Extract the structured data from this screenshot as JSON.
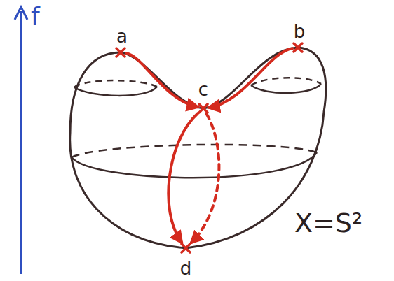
{
  "diagram": {
    "nodes": [
      {
        "text": [
          "a"
        ]
      },
      {
        "text": [
          "b"
        ]
      },
      {
        "text": [
          "c"
        ]
      },
      {
        "text": [
          "d"
        ]
      }
    ],
    "edges": [
      {
        "from": 0,
        "to": 2,
        "arrow": "to"
      },
      {
        "from": 1,
        "to": 2,
        "arrow": "to"
      },
      {
        "from": 2,
        "to": 3,
        "arrow": "to"
      },
      {
        "from": 2,
        "to": 3,
        "arrow": "to"
      }
    ],
    "labels": [
      "f",
      "X=S²"
    ]
  }
}
